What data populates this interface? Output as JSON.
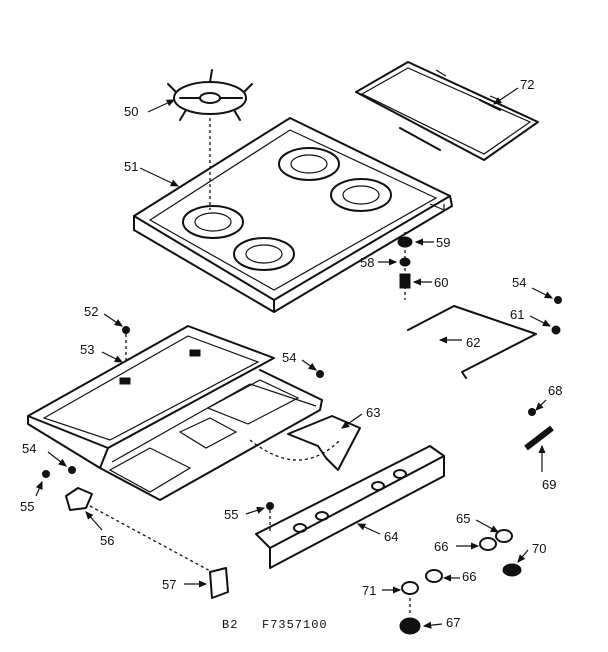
{
  "callouts": {
    "c50": "50",
    "c51": "51",
    "c52": "52",
    "c53": "53",
    "c54a": "54",
    "c54b": "54",
    "c54c": "54",
    "c55a": "55",
    "c55b": "55",
    "c56": "56",
    "c57": "57",
    "c58": "58",
    "c59": "59",
    "c60": "60",
    "c61": "61",
    "c62": "62",
    "c63": "63",
    "c64": "64",
    "c65": "65",
    "c66a": "66",
    "c66b": "66",
    "c67": "67",
    "c68": "68",
    "c69": "69",
    "c70": "70",
    "c71": "71",
    "c72": "72"
  },
  "footer": {
    "page": "B2",
    "part_number": "F7357100"
  }
}
